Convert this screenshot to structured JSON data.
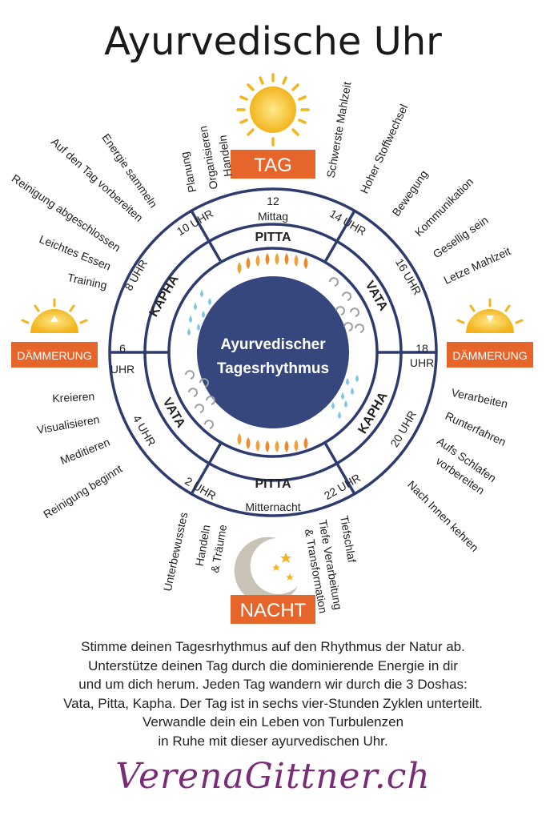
{
  "title": "Ayurvedische Uhr",
  "center": {
    "line1": "Ayurvedischer",
    "line2": "Tagesrhythmus"
  },
  "badges": {
    "tag": "TAG",
    "nacht": "NACHT",
    "daemmerung_left": "DÄMMERUNG",
    "daemmerung_right": "DÄMMERUNG"
  },
  "doshas": {
    "pitta_top": "PITTA",
    "vata_right": "VATA",
    "kapha_right": "KAPHA",
    "pitta_bottom": "PITTA",
    "vata_left": "VATA",
    "kapha_left": "KAPHA"
  },
  "hours": {
    "h12": "12",
    "mittag": "Mittag",
    "h14": "14 UHR",
    "h16": "16 UHR",
    "h18": "18",
    "h18b": "UHR",
    "h20": "20 UHR",
    "h22": "22 UHR",
    "mitternacht": "Mitternacht",
    "h2": "2 UHR",
    "h4": "4 UHR",
    "h6": "6",
    "h6b": "UHR",
    "h8": "8 UHR",
    "h10": "10 UHR"
  },
  "activities": {
    "handeln": "Handeln",
    "organisieren": "Organisieren",
    "planung": "Planung",
    "schwerste_mahlzeit": "Schwerste Mahlzeit",
    "hoher_stoffwechsel": "Hoher Stoffwechsel",
    "bewegung": "Bewegung",
    "kommunikation": "Kommunikation",
    "gesellig_sein": "Gesellig sein",
    "letze_mahlzeit": "Letze Mahlzeit",
    "verarbeiten": "Verarbeiten",
    "runterfahren": "Runterfahren",
    "aufs_schlafen_1": "Aufs Schlafen",
    "aufs_schlafen_2": "vorbereiten",
    "nach_innen": "Nach Innen kehren",
    "tiefschlaf": "Tiefschlaf",
    "tiefe_verarbeitung": "Tiefe Verarbeitung",
    "transformation": "& Transformation",
    "unterbewusstes": "Unterbewusstes",
    "handeln2": "Handeln",
    "traeume": "& Träume",
    "reinigung_beginnt": "Reinigung beginnt",
    "meditieren": "Meditieren",
    "visualisieren": "Visualisieren",
    "kreieren": "Kreieren",
    "training": "Training",
    "leichtes_essen": "Leichtes Essen",
    "reinigung_abgeschlossen": "Reinigung abgeschlossen",
    "auf_den_tag": "Auf den Tag vorbereiten",
    "energie_sammeln": "Energie sammeln"
  },
  "description": {
    "line1": "Stimme deinen Tagesrhythmus auf den Rhythmus der Natur ab.",
    "line2": "Unterstütze deinen Tag durch die dominierende Energie in dir",
    "line3": "und um dich herum. Jeden Tag wandern wir durch die 3 Doshas:",
    "line4": "Vata, Pitta, Kapha. Der Tag ist in sechs vier-Stunden Zyklen unterteilt.",
    "line5": "Verwandle dein ein Leben von Turbulenzen",
    "line6": "in Ruhe mit dieser ayurvedischen Uhr."
  },
  "brand": "VerenaGittner.ch",
  "colors": {
    "navy": "#2e3b6e",
    "orange": "#e5652a",
    "sun": "#f5c330",
    "brand": "#7a2d77"
  },
  "icons": [
    "sun-icon",
    "sunrise-icon",
    "sunset-icon",
    "moon-icon",
    "flame-icon",
    "water-drop-icon",
    "wind-swirl-icon"
  ]
}
